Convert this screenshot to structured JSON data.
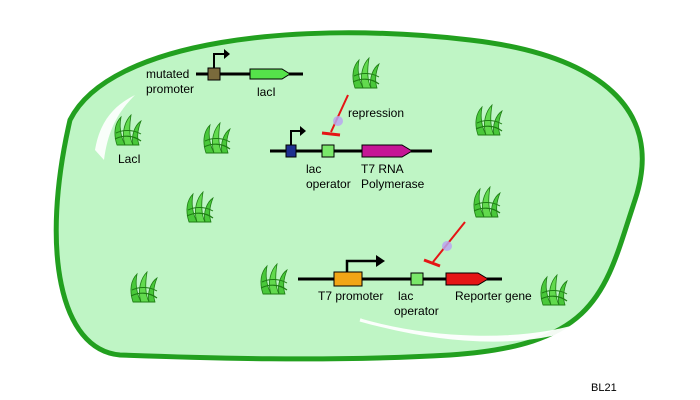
{
  "labels": {
    "mutated_promoter_l1": "mutated",
    "mutated_promoter_l2": "promoter",
    "laci_gene": "lacI",
    "laci_protein": "LacI",
    "repression": "repression",
    "lac_operator_1_l1": "lac",
    "lac_operator_1_l2": "operator",
    "t7_rna_pol_l1": "T7 RNA",
    "t7_rna_pol_l2": "Polymerase",
    "t7_promoter": "T7 promoter",
    "lac_operator_2_l1": "lac",
    "lac_operator_2_l2": "operator",
    "reporter_gene": "Reporter gene",
    "strain": "BL21"
  },
  "colors": {
    "cell_fill": "#bff5c5",
    "cell_stroke": "#22a01f",
    "mutated_promoter": "#7a6a3c",
    "laci_gene": "#55e24a",
    "lac_operator": "#7ae86a",
    "t7_promoter_box": "#f2a516",
    "t7_rna_pol_gene": "#c51696",
    "reporter_gene": "#e51515",
    "promoter_blue": "#1e2f8f",
    "repression": "#e51515"
  },
  "icons": [
    "laci-protein-icon",
    "repression-arrow-icon",
    "promoter-arrow-icon"
  ]
}
